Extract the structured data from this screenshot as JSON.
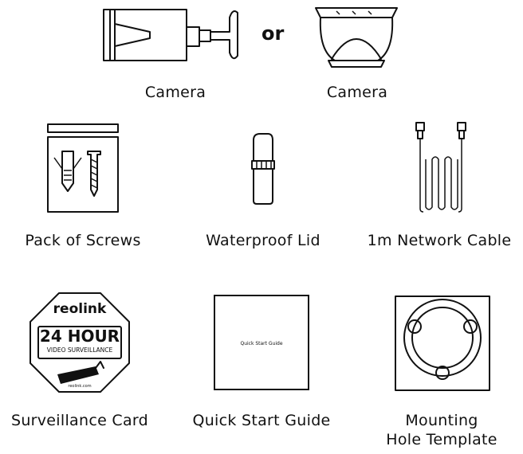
{
  "items": {
    "camera_bullet_label": "Camera",
    "camera_dome_label": "Camera",
    "or_text": "or",
    "screws_label": "Pack of Screws",
    "lid_label": "Waterproof Lid",
    "cable_label": "1m Network Cable",
    "card_label": "Surveillance Card",
    "guide_label": "Quick Start Guide",
    "template_label": "Mounting\nHole Template"
  },
  "card": {
    "brand": "reolink",
    "headline": "24 HOUR",
    "subline": "VIDEO SURVEILLANCE",
    "url": "reolink.com"
  },
  "guide": {
    "cover_text": "Quick Start Guide"
  },
  "icons": {
    "bullet_camera": "bullet-camera-icon",
    "dome_camera": "dome-camera-icon",
    "screws": "screw-pack-icon",
    "lid": "waterproof-lid-icon",
    "cable": "network-cable-icon",
    "card": "surveillance-card-icon",
    "guide": "quick-start-guide-icon",
    "template": "mounting-template-icon"
  }
}
